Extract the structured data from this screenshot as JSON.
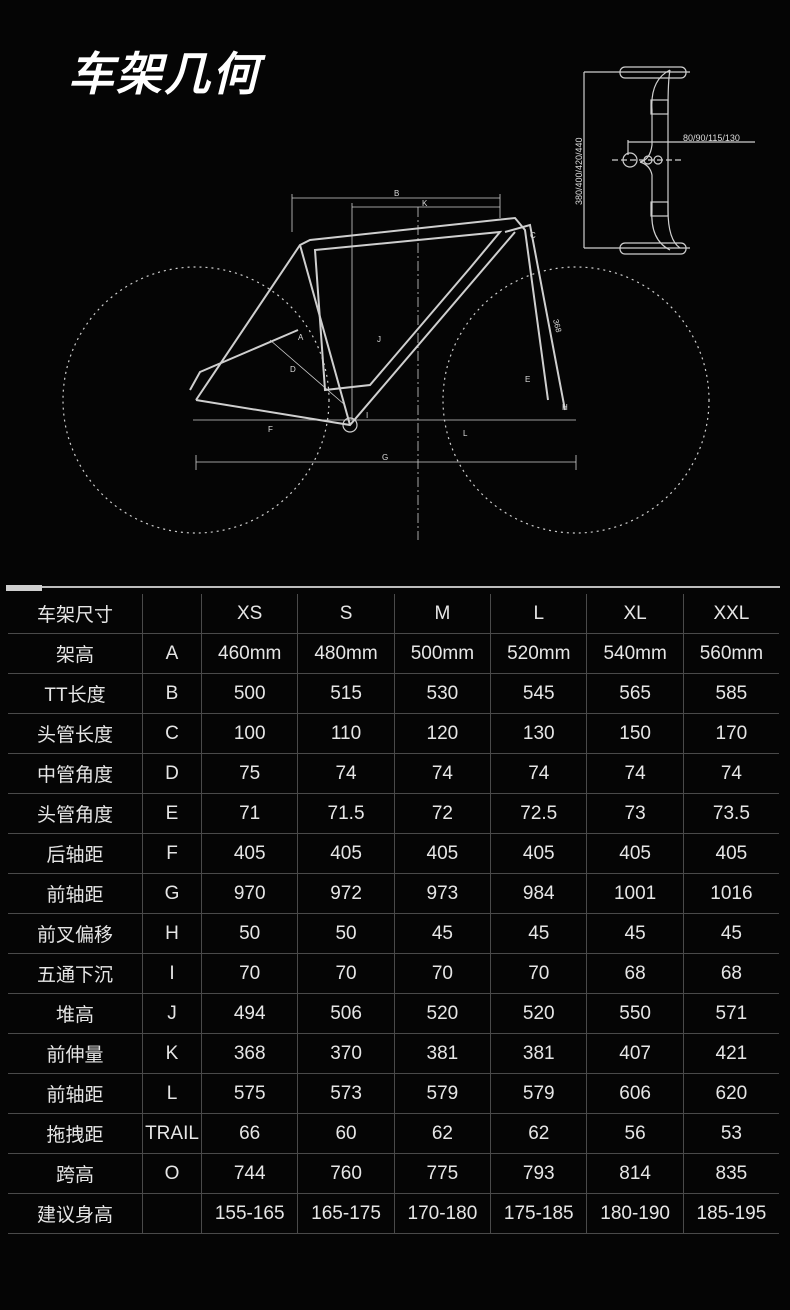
{
  "title": "车架几何",
  "diagram": {
    "handlebar_width": "380/400/420/440",
    "stem_length": "80/90/115/130",
    "fork_label": "368",
    "labels": {
      "A": "A",
      "B": "B",
      "C": "C",
      "D": "D",
      "E": "E",
      "F": "F",
      "G": "G",
      "H": "H",
      "I": "I",
      "J": "J",
      "K": "K",
      "L": "L"
    }
  },
  "table": {
    "header": [
      "车架尺寸",
      "",
      "XS",
      "S",
      "M",
      "L",
      "XL",
      "XXL"
    ],
    "rows": [
      [
        "架高",
        "A",
        "460mm",
        "480mm",
        "500mm",
        "520mm",
        "540mm",
        "560mm"
      ],
      [
        "TT长度",
        "B",
        "500",
        "515",
        "530",
        "545",
        "565",
        "585"
      ],
      [
        "头管长度",
        "C",
        "100",
        "110",
        "120",
        "130",
        "150",
        "170"
      ],
      [
        "中管角度",
        "D",
        "75",
        "74",
        "74",
        "74",
        "74",
        "74"
      ],
      [
        "头管角度",
        "E",
        "71",
        "71.5",
        "72",
        "72.5",
        "73",
        "73.5"
      ],
      [
        "后轴距",
        "F",
        "405",
        "405",
        "405",
        "405",
        "405",
        "405"
      ],
      [
        "前轴距",
        "G",
        "970",
        "972",
        "973",
        "984",
        "1001",
        "1016"
      ],
      [
        "前叉偏移",
        "H",
        "50",
        "50",
        "45",
        "45",
        "45",
        "45"
      ],
      [
        "五通下沉",
        "I",
        "70",
        "70",
        "70",
        "70",
        "68",
        "68"
      ],
      [
        "堆高",
        "J",
        "494",
        "506",
        "520",
        "520",
        "550",
        "571"
      ],
      [
        "前伸量",
        "K",
        "368",
        "370",
        "381",
        "381",
        "407",
        "421"
      ],
      [
        "前轴距",
        "L",
        "575",
        "573",
        "579",
        "579",
        "606",
        "620"
      ],
      [
        "拖拽距",
        "TRAIL",
        "66",
        "60",
        "62",
        "62",
        "56",
        "53"
      ],
      [
        "跨高",
        "O",
        "744",
        "760",
        "775",
        "793",
        "814",
        "835"
      ],
      [
        "建议身高",
        "",
        "155-165",
        "165-175",
        "170-180",
        "175-185",
        "180-190",
        "185-195"
      ]
    ]
  }
}
